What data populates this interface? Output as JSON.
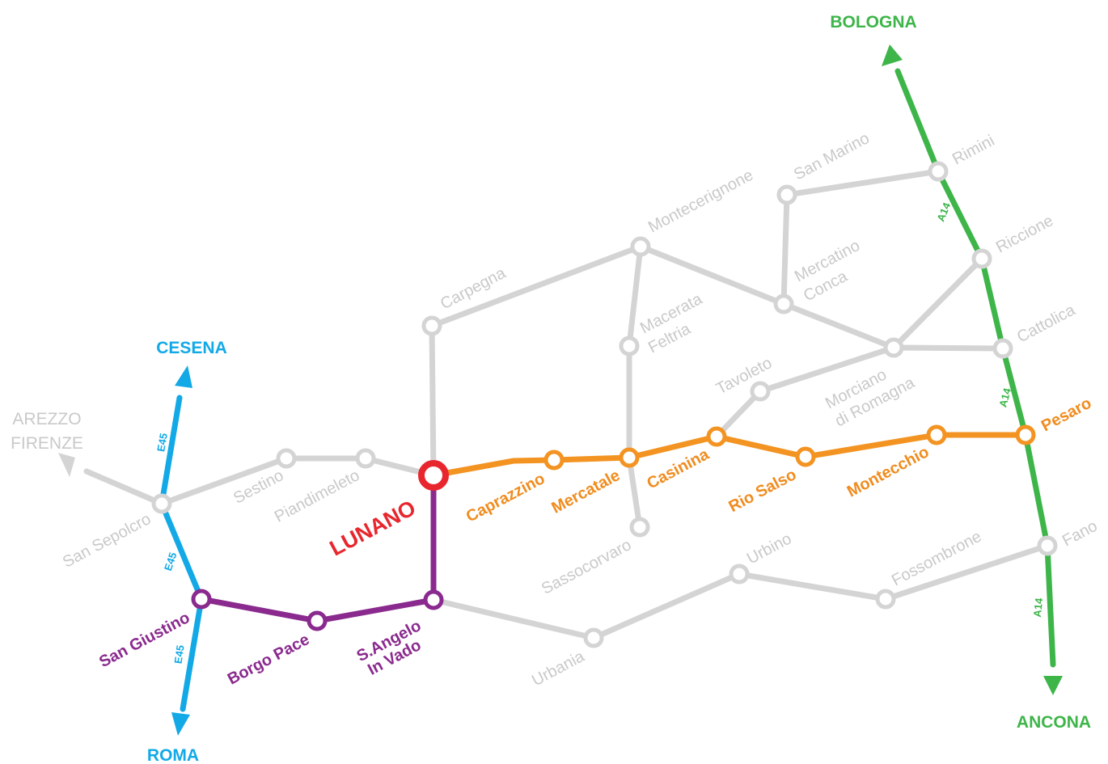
{
  "colors": {
    "gray": "#d4d4d4",
    "gray_text": "#c9c9c9",
    "orange": "#f39322",
    "purple": "#8a2a8e",
    "blue": "#12a9e6",
    "green": "#3db549",
    "red": "#e8262e"
  },
  "destinations": {
    "bologna": "BOLOGNA",
    "ancona": "ANCONA",
    "cesena": "CESENA",
    "roma": "ROMA",
    "arezzo": "AREZZO",
    "firenze": "FIRENZE"
  },
  "roads": {
    "e45": "E45",
    "a14": "A14"
  },
  "home": {
    "name": "LUNANO"
  },
  "towns": {
    "carpegna": "Carpegna",
    "montecerignone": "Montecerignone",
    "san_marino": "San Marino",
    "rimini": "Rimini",
    "riccione": "Riccione",
    "cattolica": "Cattolica",
    "mercatino_1": "Mercatino",
    "mercatino_2": "Conca",
    "macerata_1": "Macerata",
    "macerata_2": "Feltria",
    "tavoleto": "Tavoleto",
    "morciano_1": "Morciano",
    "morciano_2": "di Romagna",
    "sestino": "Sestino",
    "piandimeleto": "Piandimeleto",
    "san_sepolcro": "San Sepolcro",
    "sassocorvaro": "Sassocorvaro",
    "urbino": "Urbino",
    "fossombrone": "Fossombrone",
    "fano": "Fano",
    "urbania": "Urbania"
  },
  "orange_line": {
    "caprazzino": "Caprazzino",
    "mercatale": "Mercatale",
    "casinina": "Casinina",
    "rio_salso": "Rio Salso",
    "montecchio": "Montecchio",
    "pesaro": "Pesaro"
  },
  "purple_line": {
    "san_giustino": "San Giustino",
    "borgo_pace": "Borgo Pace",
    "sangelo_1": "S.Angelo",
    "sangelo_2": "In Vado"
  }
}
